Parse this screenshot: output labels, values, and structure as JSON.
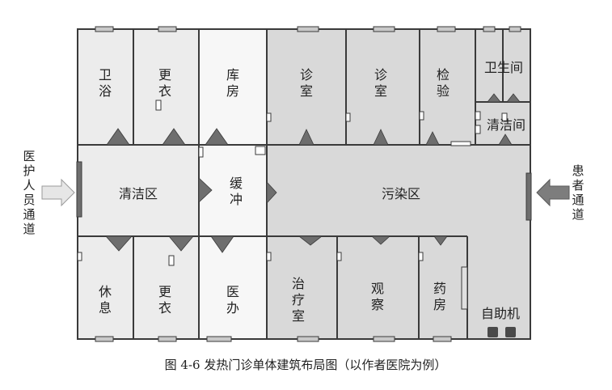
{
  "colors": {
    "wall": "#3a3a3a",
    "light_room": "#f3f3f3",
    "gray_room": "#d9d9d9",
    "marker": "#6e6e6e",
    "arrow_left": "#e6e6e6",
    "arrow_right": "#7d7d7d"
  },
  "rooms": {
    "bath": "卫浴",
    "change_top": "更衣",
    "storeroom": "库房",
    "exam_room_1": "诊室",
    "exam_room_2": "诊室",
    "lab": "检验",
    "toilet": "卫生间",
    "cleaning_room": "清洁间",
    "clean_zone": "清洁区",
    "buffer": "缓冲",
    "polluted_zone": "污染区",
    "rest": "休息",
    "change_bottom": "更衣",
    "doctor_office": "医办",
    "treatment_room": "治疗室",
    "observation": "观察",
    "pharmacy": "药房",
    "self_service": "自助机"
  },
  "side_labels": {
    "staff_channel": "医护人员通道",
    "patient_channel": "患者通道"
  },
  "caption": "图 4-6   发热门诊单体建筑布局图（以作者医院为例）"
}
